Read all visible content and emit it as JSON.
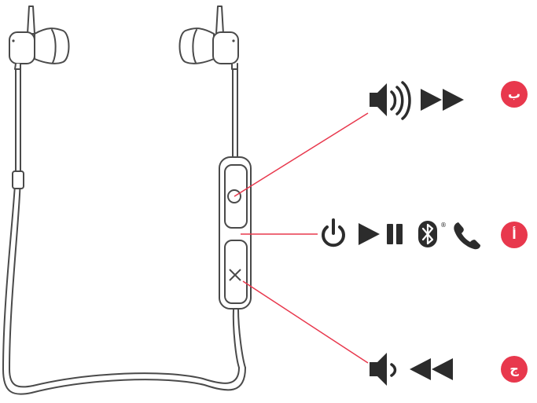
{
  "colors": {
    "outline": "#4a4a4a",
    "icon": "#2c2c2c",
    "callout_line": "#e8384d",
    "badge": "#e8384d",
    "background": "#ffffff"
  },
  "buttons": [
    {
      "id": "b",
      "label": "ب",
      "functions": [
        "volume-up-icon",
        "fast-forward-icon"
      ]
    },
    {
      "id": "a",
      "label": "أ",
      "functions": [
        "power-icon",
        "play-icon",
        "pause-icon",
        "bluetooth-icon",
        "phone-icon"
      ]
    },
    {
      "id": "j",
      "label": "ج",
      "functions": [
        "volume-down-icon",
        "rewind-icon"
      ]
    }
  ],
  "bluetooth_mark": "®"
}
